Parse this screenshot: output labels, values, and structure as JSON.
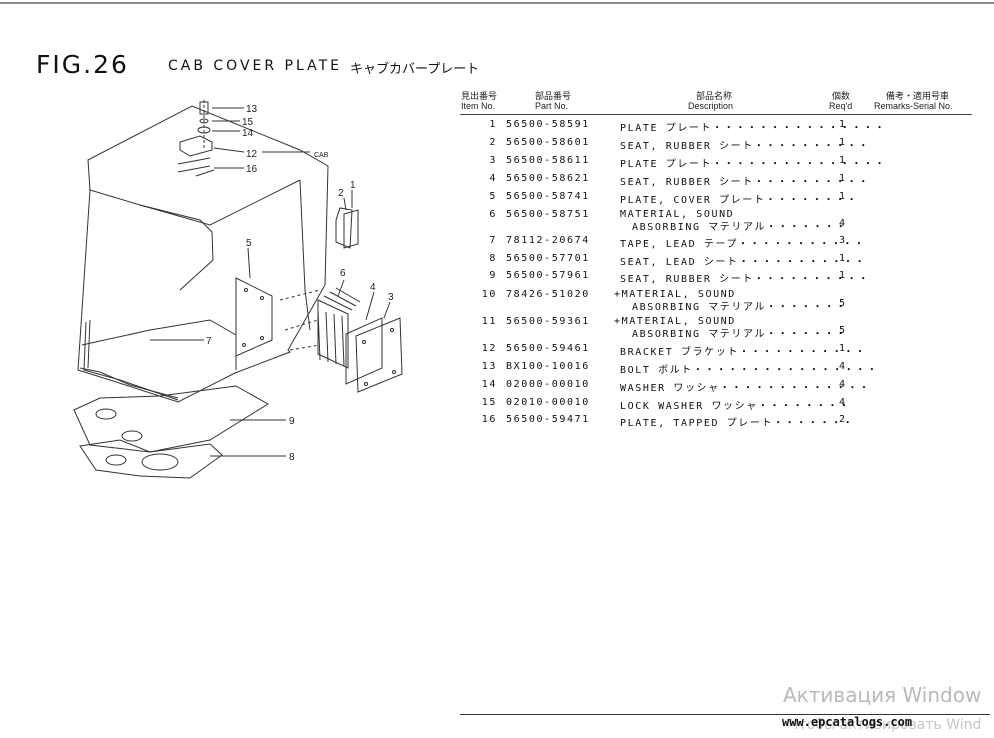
{
  "figure": {
    "label": "FIG.26",
    "title": "CAB COVER PLATE",
    "title_jp": "キャブカバープレート"
  },
  "table": {
    "headers": {
      "item_jp": "見出番号",
      "item": "Item No.",
      "part_jp": "部品番号",
      "part": "Part No.",
      "desc_jp": "部品名称",
      "desc": "Description",
      "qty_jp": "個数",
      "qty": "Req'd",
      "remarks_jp": "備考・適用号車",
      "remarks": "Remarks-Serial No."
    },
    "rows": [
      {
        "no": "1",
        "part": "56500-58591",
        "desc": "PLATE プレート・・・・・・・・・・・・・・・",
        "desc2": "",
        "qty": "1"
      },
      {
        "no": "2",
        "part": "56500-58601",
        "desc": "SEAT, RUBBER シート・・・・・・・・・・",
        "desc2": "",
        "qty": "1"
      },
      {
        "no": "3",
        "part": "56500-58611",
        "desc": "PLATE プレート・・・・・・・・・・・・・・・",
        "desc2": "",
        "qty": "1"
      },
      {
        "no": "4",
        "part": "56500-58621",
        "desc": "SEAT, RUBBER シート・・・・・・・・・・",
        "desc2": "",
        "qty": "1"
      },
      {
        "no": "5",
        "part": "56500-58741",
        "desc": "PLATE, COVER プレート・・・・・・・・",
        "desc2": "",
        "qty": "1"
      },
      {
        "no": "6",
        "part": "56500-58751",
        "desc": "MATERIAL, SOUND",
        "desc2": "ABSORBING マテリアル・・・・・・・",
        "qty": "4"
      },
      {
        "no": "7",
        "part": "78112-20674",
        "desc": "TAPE, LEAD テープ・・・・・・・・・・・",
        "desc2": "",
        "qty": "3"
      },
      {
        "no": "8",
        "part": "56500-57701",
        "desc": "SEAT, LEAD シート・・・・・・・・・・・",
        "desc2": "",
        "qty": "1"
      },
      {
        "no": "9",
        "part": "56500-57961",
        "desc": "SEAT, RUBBER シート・・・・・・・・・・",
        "desc2": "",
        "qty": "1"
      },
      {
        "no": "10",
        "part": "78426-51020",
        "desc": "+MATERIAL, SOUND",
        "desc2": "ABSORBING マテリアル・・・・・・・",
        "qty": "5"
      },
      {
        "no": "11",
        "part": "56500-59361",
        "desc": "+MATERIAL, SOUND",
        "desc2": "ABSORBING マテリアル・・・・・・・",
        "qty": "5"
      },
      {
        "no": "12",
        "part": "56500-59461",
        "desc": "BRACKET ブラケット・・・・・・・・・・・",
        "desc2": "",
        "qty": "1"
      },
      {
        "no": "13",
        "part": "BX100-10016",
        "desc": "BOLT ボルト・・・・・・・・・・・・・・・・",
        "desc2": "",
        "qty": "4"
      },
      {
        "no": "14",
        "part": "02000-00010",
        "desc": "WASHER ワッシャ・・・・・・・・・・・・・",
        "desc2": "",
        "qty": "4"
      },
      {
        "no": "15",
        "part": "02010-00010",
        "desc": "LOCK WASHER ワッシャ・・・・・・・・",
        "desc2": "",
        "qty": "4"
      },
      {
        "no": "16",
        "part": "56500-59471",
        "desc": "PLATE, TAPPED プレート・・・・・・・",
        "desc2": "",
        "qty": "2"
      }
    ]
  },
  "diagram": {
    "callouts": [
      "13",
      "15",
      "14",
      "12",
      "16",
      "CAB",
      "2",
      "1",
      "5",
      "6",
      "4",
      "3",
      "7",
      "9",
      "8"
    ]
  },
  "footer": {
    "site": "www.epcatalogs.com",
    "watermark_1": "Активация Window",
    "watermark_2": "Чтобы активировать Wind"
  }
}
